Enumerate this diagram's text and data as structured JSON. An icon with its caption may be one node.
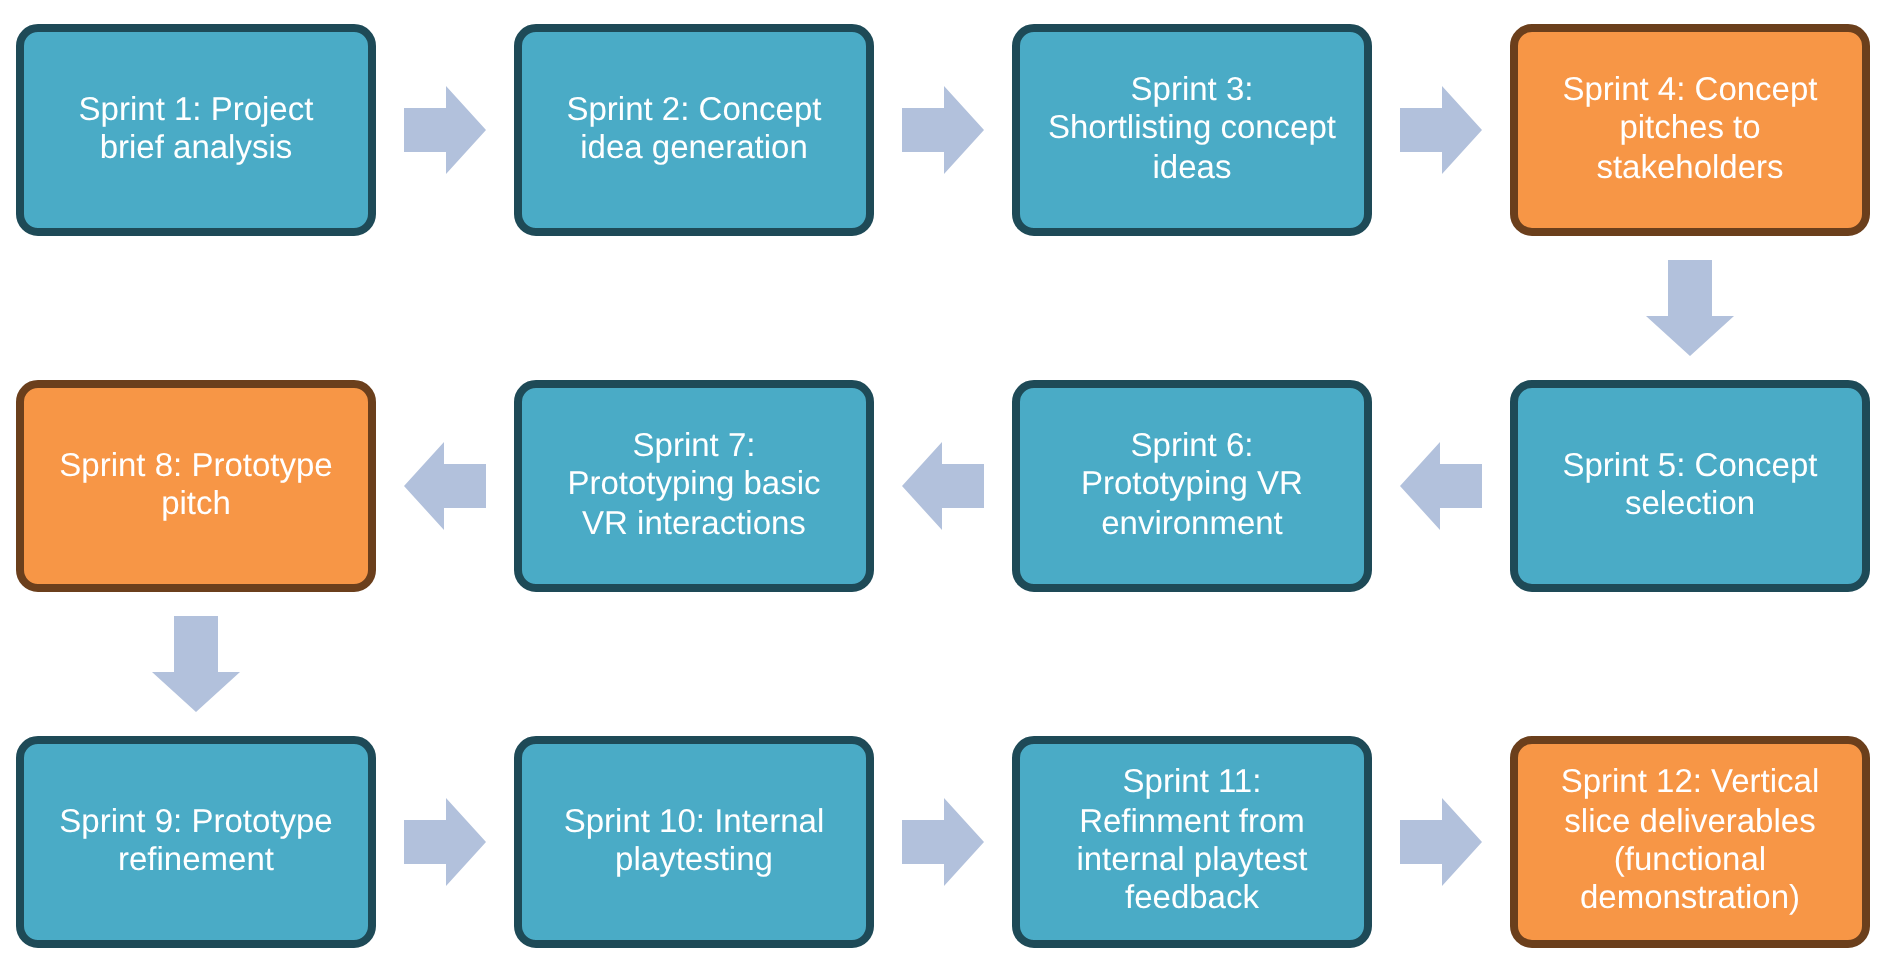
{
  "diagram": {
    "nodes": [
      {
        "text": [
          "Sprint 1: Project brief analysis"
        ]
      },
      {
        "text": [
          "Sprint 2: Concept idea generation"
        ]
      },
      {
        "text": [
          "Sprint 3: Shortlisting concept ideas"
        ]
      },
      {
        "text": [
          "Sprint 4: Concept pitches to stakeholders"
        ]
      },
      {
        "text": [
          "Sprint 5: Concept selection"
        ]
      },
      {
        "text": [
          "Sprint 6: Prototyping VR environment"
        ]
      },
      {
        "text": [
          "Sprint 7: Prototyping basic VR interactions"
        ]
      },
      {
        "text": [
          "Sprint 8: Prototype pitch"
        ]
      },
      {
        "text": [
          "Sprint 9: Prototype refinement"
        ]
      },
      {
        "text": [
          "Sprint 10: Internal playtesting"
        ]
      },
      {
        "text": [
          "Sprint 11: Refinment from internal playtest feedback"
        ]
      },
      {
        "text": [
          "Sprint 12: Vertical slice deliverables (functional demonstration)"
        ]
      }
    ],
    "edges": [
      {
        "from": 0,
        "to": 1,
        "arrow": "to"
      },
      {
        "from": 1,
        "to": 2,
        "arrow": "to"
      },
      {
        "from": 2,
        "to": 3,
        "arrow": "to"
      },
      {
        "from": 3,
        "to": 4,
        "arrow": "to"
      },
      {
        "from": 4,
        "to": 5,
        "arrow": "to"
      },
      {
        "from": 5,
        "to": 6,
        "arrow": "to"
      },
      {
        "from": 6,
        "to": 7,
        "arrow": "to"
      },
      {
        "from": 7,
        "to": 8,
        "arrow": "to"
      },
      {
        "from": 8,
        "to": 9,
        "arrow": "to"
      },
      {
        "from": 9,
        "to": 10,
        "arrow": "to"
      },
      {
        "from": 10,
        "to": 11,
        "arrow": "to"
      }
    ]
  }
}
